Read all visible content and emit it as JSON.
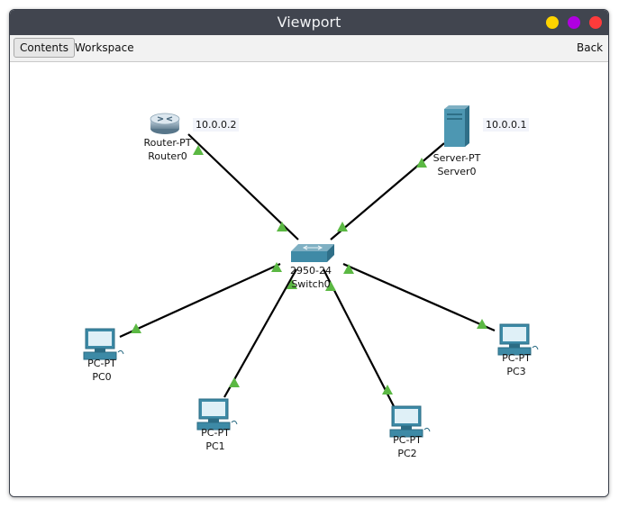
{
  "window": {
    "title": "Viewport"
  },
  "window_controls": {
    "minimize_color": "#ffd400",
    "maximize_color": "#b000e0",
    "close_color": "#ff3b3b"
  },
  "toolbar": {
    "contents_label": "Contents",
    "workspace_label": "Workspace",
    "back_label": "Back"
  },
  "devices": {
    "router0": {
      "model": "Router-PT",
      "name": "Router0",
      "ip": "10.0.0.2"
    },
    "server0": {
      "model": "Server-PT",
      "name": "Server0",
      "ip": "10.0.0.1"
    },
    "switch0": {
      "model": "2950-24",
      "name": "Switch0"
    },
    "pc0": {
      "model": "PC-PT",
      "name": "PC0"
    },
    "pc1": {
      "model": "PC-PT",
      "name": "PC1"
    },
    "pc2": {
      "model": "PC-PT",
      "name": "PC2"
    },
    "pc3": {
      "model": "PC-PT",
      "name": "PC3"
    }
  },
  "link_status_color": "#5bb843"
}
